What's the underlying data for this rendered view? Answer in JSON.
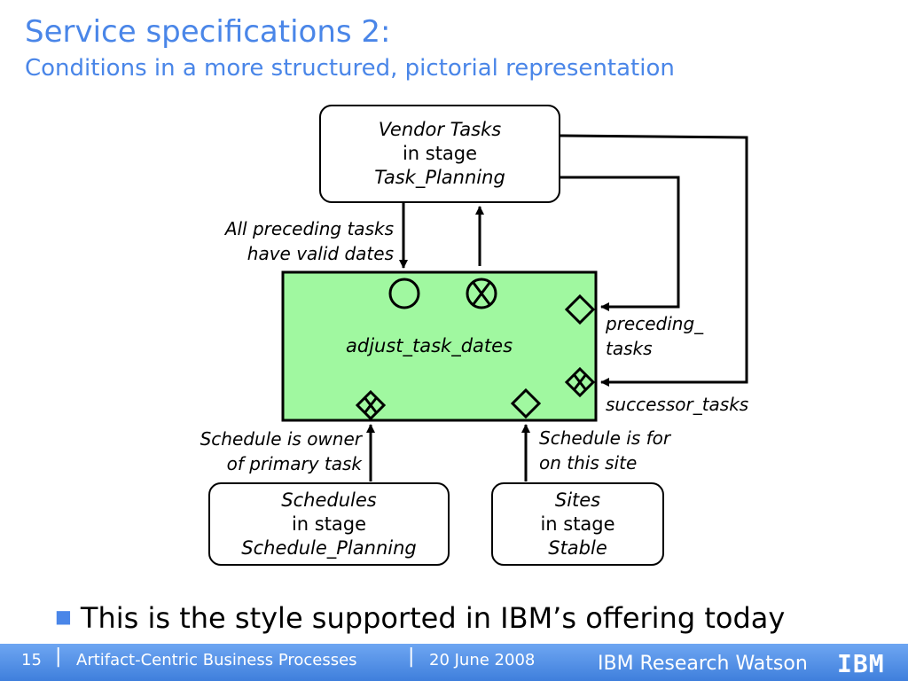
{
  "title": "Service specifications 2:",
  "subtitle": "Conditions in a more structured, pictorial representation",
  "nodes": {
    "vendor": {
      "line1": "Vendor Tasks",
      "line2": "in stage",
      "line3": "Task_Planning"
    },
    "schedules": {
      "line1": "Schedules",
      "line2": "in stage",
      "line3": "Schedule_Planning"
    },
    "sites": {
      "line1": "Sites",
      "line2": "in stage",
      "line3": "Stable"
    },
    "service": {
      "label": "adjust_task_dates"
    }
  },
  "labels": {
    "preceding_valid_1": "All preceding tasks",
    "preceding_valid_2": "have valid dates",
    "owner_1": "Schedule is owner",
    "owner_2": "of primary task",
    "site_1": "Schedule is for",
    "site_2": "on this site",
    "preceding_1": "preceding_",
    "preceding_2": "tasks",
    "successor": "successor_tasks"
  },
  "bullet": "This is the style supported in IBM’s offering today",
  "footer": {
    "page": "15",
    "separator": "|",
    "doc_title": "Artifact-Centric Business Processes",
    "date": "20 June 2008",
    "org": "IBM Research Watson",
    "logo": "IBM"
  },
  "colors": {
    "accent": "#4a86e8",
    "service_fill": "#a0f8a0",
    "footer_bar": "#4a86e8"
  }
}
